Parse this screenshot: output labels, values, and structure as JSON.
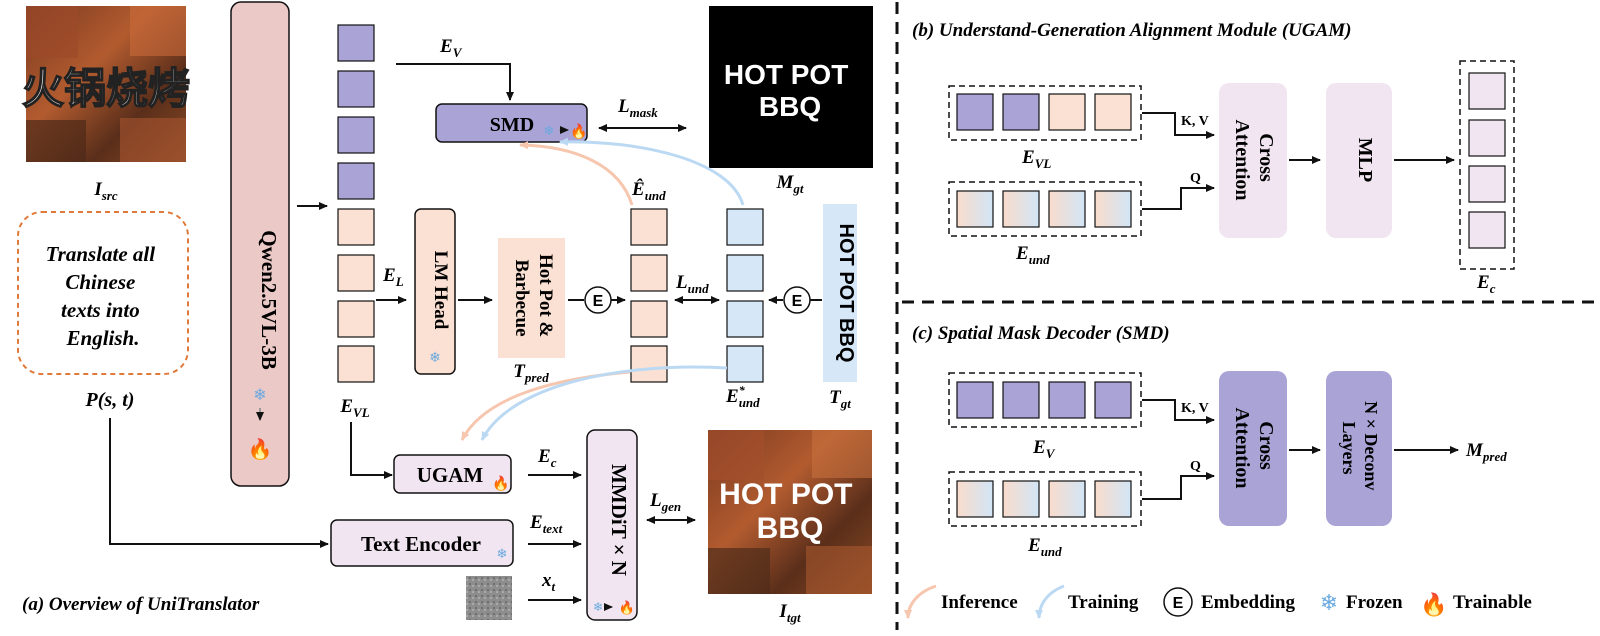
{
  "colors": {
    "purple": "#aaa3d6",
    "peach": "#fbe1d3",
    "blue": "#d6e7f8",
    "pink": "#f0e5f0",
    "orange_dash": "#e07a3a",
    "inference_arrow": "#f6c6ae",
    "training_arrow": "#bcd9f3",
    "black": "#111111"
  },
  "panel_a": {
    "caption": "(a) Overview of UniTranslator",
    "src_image": {
      "text": "火锅烧烤",
      "label_main": "I",
      "label_sub": "src"
    },
    "prompt": {
      "line1": "Translate all",
      "line2": "Chinese",
      "line3": "texts into",
      "line4": "English."
    },
    "prompt_label": "P(s, t)",
    "qwen": "Qwen2.5VL-3B",
    "evl_label": {
      "main": "E",
      "sub": "VL"
    },
    "ev_label": {
      "main": "E",
      "sub": "V"
    },
    "el_label": {
      "main": "E",
      "sub": "L"
    },
    "lm_head": "LM Head",
    "tpred": {
      "line1": "Hot Pot &",
      "line2": "Barbecue",
      "label_main": "T",
      "label_sub": "pred"
    },
    "embed_symbol": "E",
    "smd": "SMD",
    "lmask": {
      "main": "L",
      "sub": "mask"
    },
    "mask_gt": {
      "line1": "HOT POT",
      "line2": "BBQ",
      "label_main": "M",
      "label_sub": "gt"
    },
    "eund_hat": {
      "main": "Ê",
      "sub": "und"
    },
    "lund": {
      "main": "L",
      "sub": "und"
    },
    "eund_star": {
      "main": "E",
      "sup": "*",
      "sub": "und"
    },
    "tgt_text": "HOT POT BBQ",
    "tgt_label": {
      "main": "T",
      "sub": "gt"
    },
    "ugam": "UGAM",
    "ec_label": {
      "main": "E",
      "sub": "c"
    },
    "etext_label": {
      "main": "E",
      "sub": "text"
    },
    "xt_label": {
      "main": "x",
      "sub": "t"
    },
    "text_encoder": "Text Encoder",
    "mmdit": "MMDiT × N",
    "lgen": {
      "main": "L",
      "sub": "gen"
    },
    "tgt_image": {
      "line1": "HOT POT",
      "line2": "BBQ",
      "label_main": "I",
      "label_sub": "tgt"
    }
  },
  "panel_b": {
    "title": "(b) Understand-Generation Alignment Module (UGAM)",
    "evl": {
      "main": "E",
      "sub": "VL"
    },
    "eund": {
      "main": "E",
      "sub": "und"
    },
    "kv": "K, V",
    "q": "Q",
    "cross_attention": {
      "line1": "Cross",
      "line2": "Attention"
    },
    "mlp": "MLP",
    "ec": {
      "main": "E",
      "sub": "c"
    }
  },
  "panel_c": {
    "title": "(c) Spatial Mask Decoder (SMD)",
    "ev": {
      "main": "E",
      "sub": "V"
    },
    "eund": {
      "main": "E",
      "sub": "und"
    },
    "kv": "K, V",
    "q": "Q",
    "cross_attention": {
      "line1": "Cross",
      "line2": "Attention"
    },
    "deconv": {
      "line1": "N × Deconv",
      "line2": "Layers"
    },
    "mpred": {
      "main": "M",
      "sub": "pred"
    }
  },
  "legend": {
    "inference": "Inference",
    "training": "Training",
    "embedding_symbol": "E",
    "embedding": "Embedding",
    "frozen": "Frozen",
    "trainable": "Trainable"
  }
}
